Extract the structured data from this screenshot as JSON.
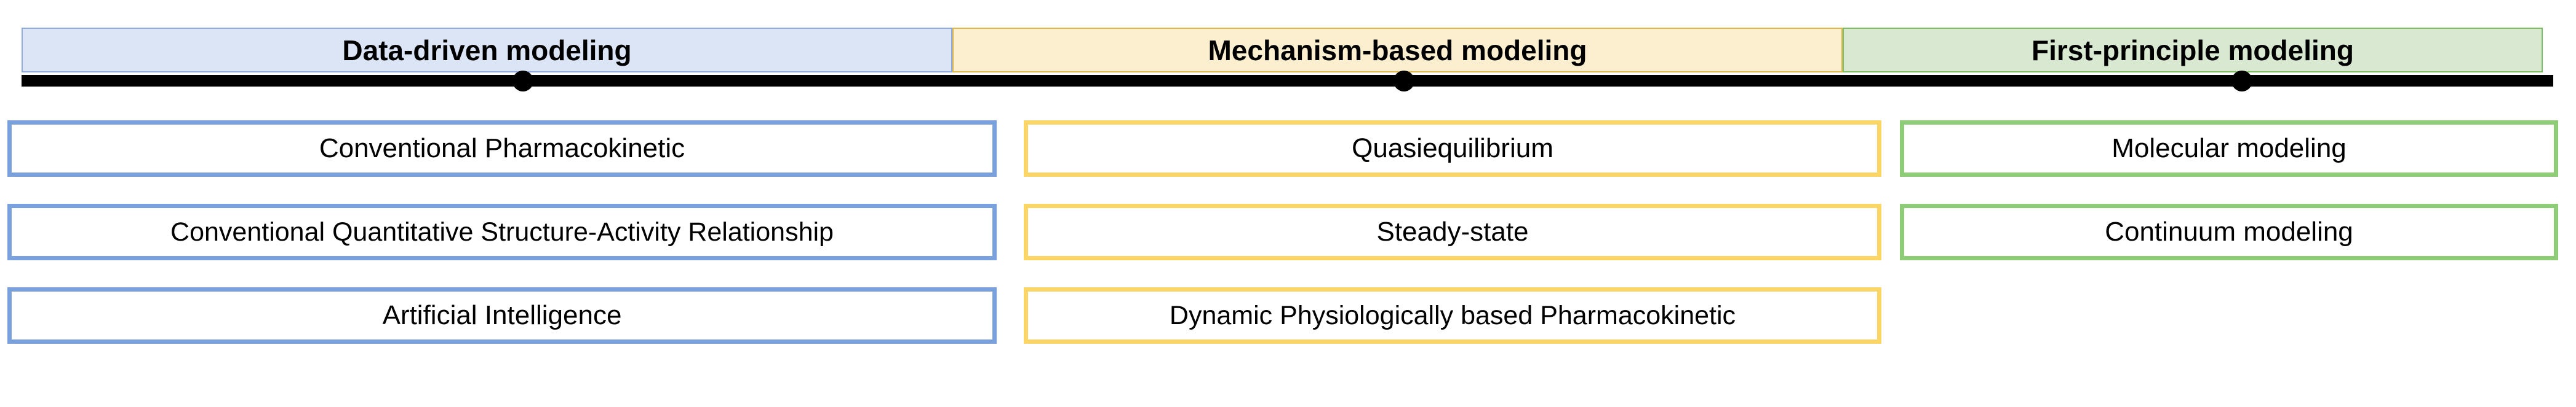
{
  "figure": {
    "type": "diagram",
    "description": "Spectrum of pharmacological modeling approaches from data-driven to first-principle"
  },
  "spectrum": {
    "bar_color": "#000000",
    "marker_count": 3,
    "markers": [
      {
        "name": "data-driven-marker",
        "x_ratio": 0.198
      },
      {
        "name": "mechanism-based-marker",
        "x_ratio": 0.546
      },
      {
        "name": "first-principle-marker",
        "x_ratio": 0.877
      }
    ]
  },
  "categories": [
    {
      "id": "data-driven",
      "label": "Data-driven modeling",
      "band_fill": "#dce5f5",
      "band_border": "#8faadc",
      "card_border": "#7ba1dd",
      "items": [
        "Conventional Pharmacokinetic",
        "Conventional Quantitative Structure-Activity Relationship",
        "Artificial Intelligence"
      ]
    },
    {
      "id": "mechanism-based",
      "label": "Mechanism-based modeling",
      "band_fill": "#fcefd0",
      "band_border": "#e0b84c",
      "card_border": "#fbd565",
      "items": [
        "Quasiequilibrium",
        "Steady-state",
        "Dynamic Physiologically based Pharmacokinetic"
      ]
    },
    {
      "id": "first-principle",
      "label": "First-principle modeling",
      "band_fill": "#d9e8d1",
      "band_border": "#7dbd63",
      "card_border": "#8fcc78",
      "items": [
        "Molecular modeling",
        "Continuum modeling"
      ]
    }
  ]
}
